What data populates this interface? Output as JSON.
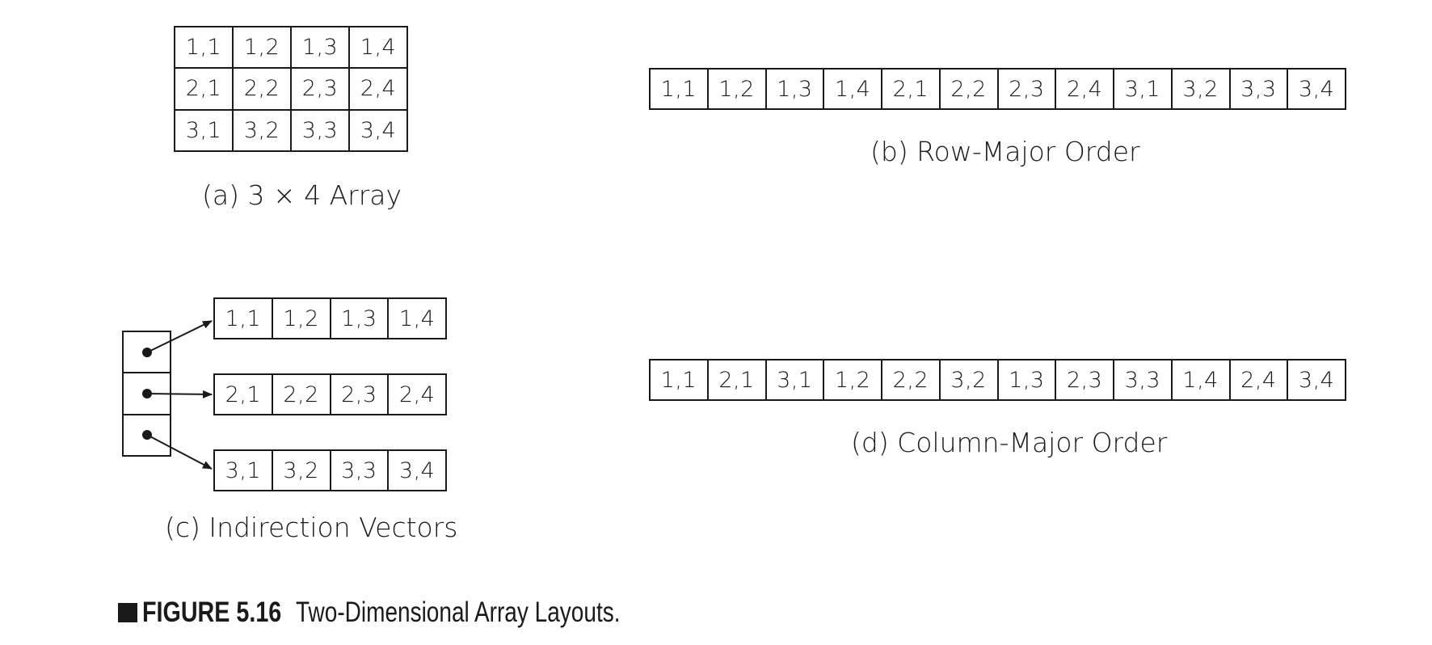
{
  "array_3x4": {
    "cells": [
      "1,1",
      "1,2",
      "1,3",
      "1,4",
      "2,1",
      "2,2",
      "2,3",
      "2,4",
      "3,1",
      "3,2",
      "3,3",
      "3,4"
    ],
    "caption": "(a) 3 × 4 Array"
  },
  "row_major": {
    "cells": [
      "1,1",
      "1,2",
      "1,3",
      "1,4",
      "2,1",
      "2,2",
      "2,3",
      "2,4",
      "3,1",
      "3,2",
      "3,3",
      "3,4"
    ],
    "caption": "(b) Row-Major Order"
  },
  "indirection": {
    "rows": [
      [
        "1,1",
        "1,2",
        "1,3",
        "1,4"
      ],
      [
        "2,1",
        "2,2",
        "2,3",
        "2,4"
      ],
      [
        "3,1",
        "3,2",
        "3,3",
        "3,4"
      ]
    ],
    "caption": "(c) Indirection Vectors"
  },
  "column_major": {
    "cells": [
      "1,1",
      "2,1",
      "3,1",
      "1,2",
      "2,2",
      "3,2",
      "1,3",
      "2,3",
      "3,3",
      "1,4",
      "2,4",
      "3,4"
    ],
    "caption": "(d) Column-Major Order"
  },
  "figure": {
    "label": "FIGURE 5.16",
    "title": "Two-Dimensional Array Layouts."
  }
}
